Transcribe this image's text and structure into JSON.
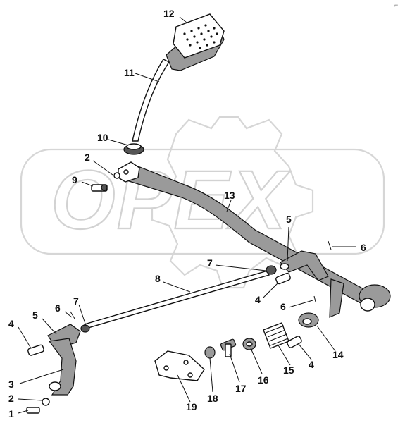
{
  "watermark": {
    "text": "OPEX"
  },
  "corner_mark": "⌐",
  "callouts": [
    {
      "id": "c12",
      "label": "12"
    },
    {
      "id": "c11",
      "label": "11"
    },
    {
      "id": "c10",
      "label": "10"
    },
    {
      "id": "c2a",
      "label": "2"
    },
    {
      "id": "c9",
      "label": "9"
    },
    {
      "id": "c13",
      "label": "13"
    },
    {
      "id": "c5a",
      "label": "5"
    },
    {
      "id": "c6a",
      "label": "6"
    },
    {
      "id": "c7a",
      "label": "7"
    },
    {
      "id": "c8",
      "label": "8"
    },
    {
      "id": "c4a",
      "label": "4"
    },
    {
      "id": "c6b",
      "label": "6"
    },
    {
      "id": "c7b",
      "label": "7"
    },
    {
      "id": "c5b",
      "label": "5"
    },
    {
      "id": "c6c",
      "label": "6"
    },
    {
      "id": "c4b",
      "label": "4"
    },
    {
      "id": "c14",
      "label": "14"
    },
    {
      "id": "c15",
      "label": "15"
    },
    {
      "id": "c4c",
      "label": "4"
    },
    {
      "id": "c16",
      "label": "16"
    },
    {
      "id": "c17",
      "label": "17"
    },
    {
      "id": "c18",
      "label": "18"
    },
    {
      "id": "c19",
      "label": "19"
    },
    {
      "id": "c3",
      "label": "3"
    },
    {
      "id": "c2b",
      "label": "2"
    },
    {
      "id": "c1",
      "label": "1"
    }
  ]
}
